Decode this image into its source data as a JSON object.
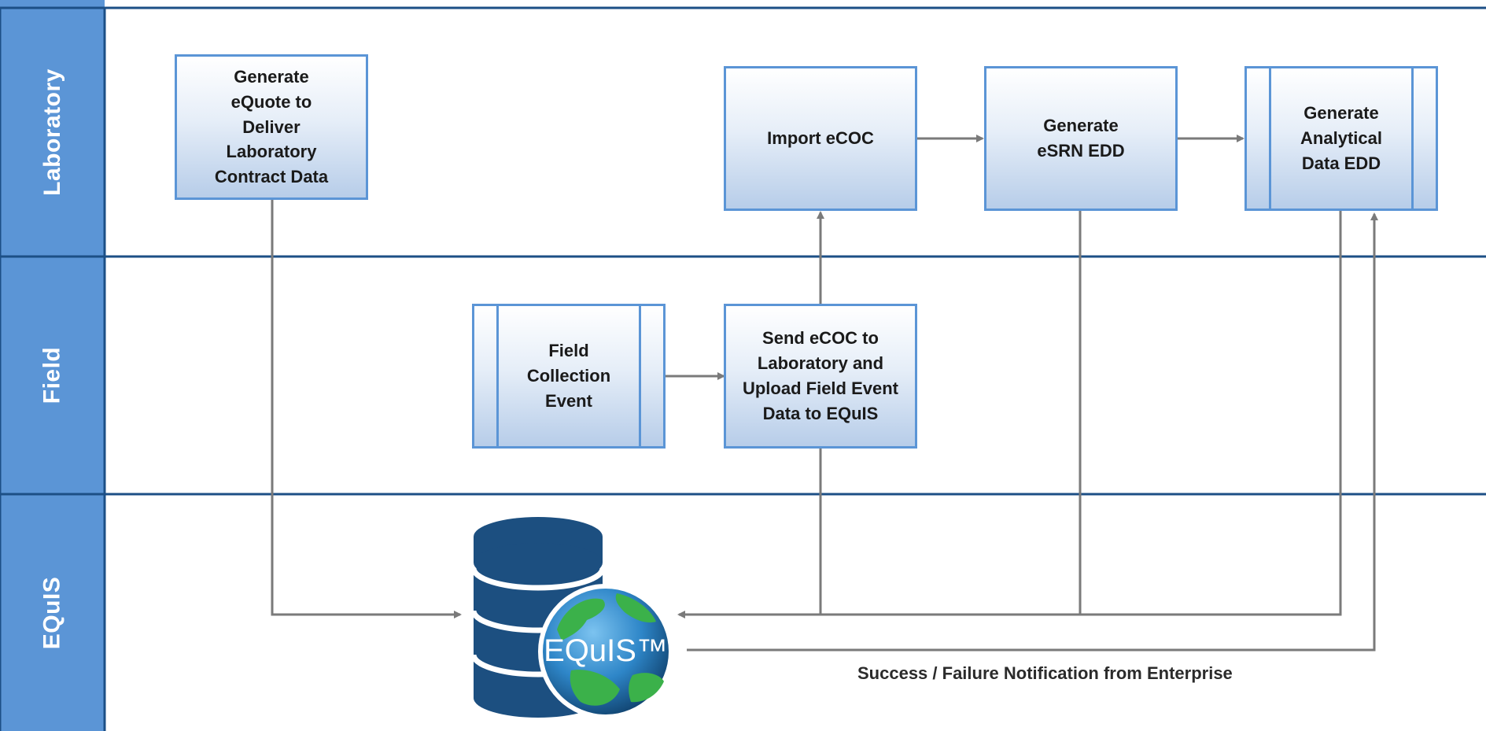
{
  "lanes": [
    {
      "label": "Laboratory"
    },
    {
      "label": "Field"
    },
    {
      "label": "EQuIS"
    }
  ],
  "nodes": {
    "equote": {
      "lines": [
        "Generate eQuote to",
        "Deliver Laboratory",
        "Contract Data"
      ]
    },
    "import_ecoc": {
      "lines": [
        "Import eCOC"
      ]
    },
    "esrn": {
      "lines": [
        "Generate",
        "eSRN EDD"
      ]
    },
    "analytical": {
      "lines": [
        "Generate",
        "Analytical",
        "Data EDD"
      ]
    },
    "field_event": {
      "lines": [
        "Field",
        "Collection",
        "Event"
      ]
    },
    "send_ecoc": {
      "lines": [
        "Send eCOC to",
        "Laboratory and",
        "Upload Field Event",
        "Data to EQuIS"
      ]
    }
  },
  "database": {
    "logo_text": "EQuIS™"
  },
  "notification": {
    "label": "Success / Failure Notification from Enterprise"
  },
  "colors": {
    "lane_fill": "#5b95d6",
    "line": "#1c4f86",
    "box_border": "#5b95d6",
    "arrow": "#7a7a7a",
    "db_navy": "#1c4f80",
    "globe_blue": "#2e86c8",
    "globe_green": "#3bb14a"
  }
}
